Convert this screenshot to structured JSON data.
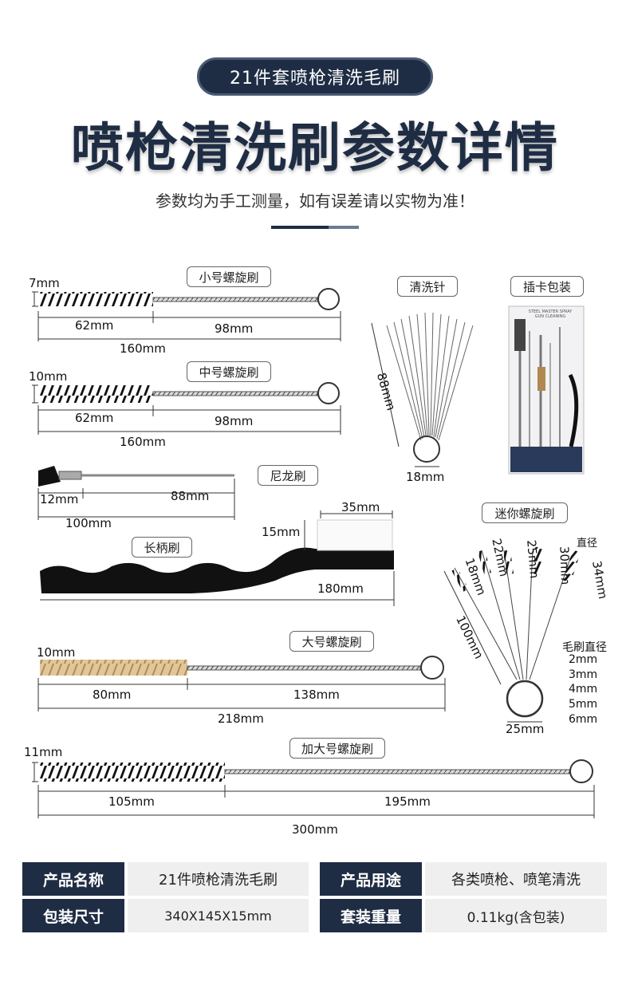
{
  "header": {
    "badge": "21件套喷枪清洗毛刷",
    "title": "喷枪清洗刷参数详情",
    "subtitle": "参数均为手工测量，如有误差请以实物为准！"
  },
  "colors": {
    "navy": "#1f2d44",
    "gray_cell": "#efefef",
    "divider_light": "#6b7c95"
  },
  "tags": {
    "small_spiral": "小号螺旋刷",
    "medium_spiral": "中号螺旋刷",
    "nylon": "尼龙刷",
    "long_handle": "长柄刷",
    "large_spiral": "大号螺旋刷",
    "xl_spiral": "加大号螺旋刷",
    "needle": "清洗针",
    "card_pack": "插卡包装",
    "mini_spiral": "迷你螺旋刷"
  },
  "dims": {
    "small": {
      "dia": "7mm",
      "head": "62mm",
      "shaft": "98mm",
      "total": "160mm"
    },
    "medium": {
      "dia": "10mm",
      "head": "62mm",
      "shaft": "98mm",
      "total": "160mm"
    },
    "nylon": {
      "head": "12mm",
      "shaft": "88mm",
      "total": "100mm"
    },
    "long": {
      "width": "35mm",
      "height": "15mm",
      "total": "180mm"
    },
    "large": {
      "dia": "10mm",
      "head": "80mm",
      "shaft": "138mm",
      "total": "218mm"
    },
    "xl": {
      "dia": "11mm",
      "head": "105mm",
      "shaft": "195mm",
      "total": "300mm"
    },
    "needle": {
      "length": "88mm",
      "ring": "18mm"
    },
    "mini": {
      "d18": "18mm",
      "d22": "22mm",
      "d25": "25mm",
      "d30": "30mm",
      "d34": "34mm",
      "diameter_label": "直径",
      "length": "100mm",
      "ring": "25mm",
      "bristle_title": "毛刷直径",
      "bristle_sizes": [
        "2mm",
        "3mm",
        "4mm",
        "5mm",
        "6mm"
      ]
    }
  },
  "package_text": "STEEL MASTER SPRAY GUN CLEANING",
  "table": {
    "row1": {
      "h1": "产品名称",
      "v1": "21件喷枪清洗毛刷",
      "h2": "产品用途",
      "v2": "各类喷枪、喷笔清洗"
    },
    "row2": {
      "h1": "包装尺寸",
      "v1": "340X145X15mm",
      "h2": "套装重量",
      "v2": "0.11kg(含包装)"
    }
  }
}
